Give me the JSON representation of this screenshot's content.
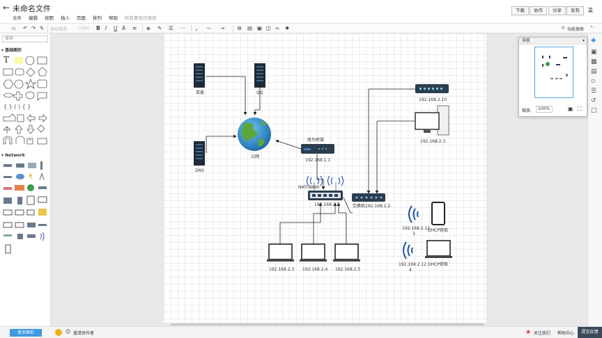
{
  "header": {
    "title": "未命名文件",
    "menu": [
      "文件",
      "编辑",
      "视图",
      "插入",
      "页面",
      "排列",
      "帮助"
    ],
    "save_status": "所有更改已保存",
    "buttons": {
      "download": "下载",
      "collaborate": "协作",
      "share": "分享",
      "publish": "发布",
      "user": "莫"
    }
  },
  "toolbar": {
    "font_family": "微软雅黑",
    "font_size": "13px",
    "bold": "B",
    "italic": "I",
    "underline": "U",
    "font_color": "A",
    "right_label": "功能搜索"
  },
  "left_panel": {
    "search_placeholder": "搜索",
    "sections": [
      "基础图形",
      "Network"
    ],
    "basic_text_tool": "T"
  },
  "navigator": {
    "title": "导航",
    "zoom_label": "缩放:",
    "zoom_value": "100%"
  },
  "diagram": {
    "labels": {
      "server1": "百度",
      "server2": "QQ",
      "server3": "DNS",
      "internet": "公网",
      "bridge_title": "改为桥接",
      "bridge_ip": "192.168.1.1",
      "nat_label": "NAT(WAN)",
      "router_ip": "192.168.2.1",
      "switch_label": "交换机192.168.2.2",
      "switch_top": "192.168.2.10",
      "desktop": "192.168.2.3",
      "laptop1": "192.168.2.3",
      "laptop2": "192.168.2.4",
      "laptop3": "192.168.2.5",
      "phone_ip_1": "192.168.2.12",
      "phone_ip_2": "3",
      "phone_dhcp": "DHCP获取",
      "laptop_ip_1": "192.168.2.12",
      "laptop_ip_2": "4",
      "laptop_dhcp": "DHCP获取"
    }
  },
  "bottom": {
    "more_shapes": "更多图形",
    "invite": "邀请协作者",
    "follow": "关注我们",
    "help": "帮助中心",
    "feedback": "提交反馈"
  },
  "colors": {
    "accent": "#3d9ae0",
    "device_dark": "#2c3e50",
    "wifi_blue": "#2c5ea8"
  }
}
